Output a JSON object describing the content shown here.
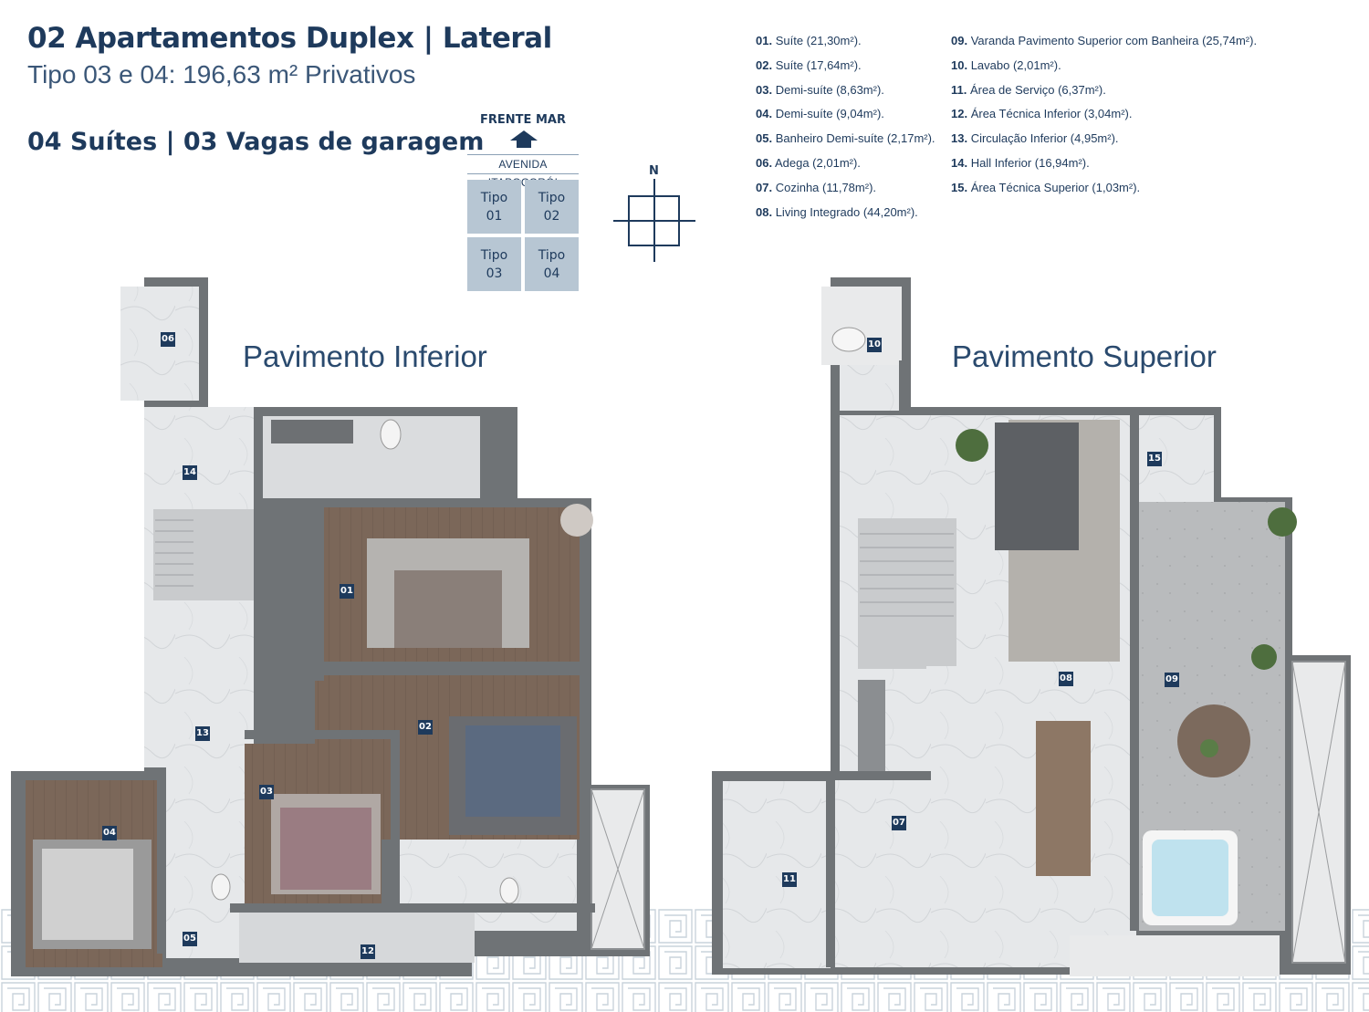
{
  "header": {
    "title": "02 Apartamentos Duplex | Lateral",
    "subtitle": "Tipo 03 e 04: 196,63 m² Privativos",
    "suites": "04 Suítes | 03 Vagas de garagem"
  },
  "orientation": {
    "frente": "FRENTE MAR",
    "avenida": "AVENIDA ITAPOCORÓI",
    "north": "N",
    "tipos": [
      {
        "line1": "Tipo",
        "line2": "01"
      },
      {
        "line1": "Tipo",
        "line2": "02"
      },
      {
        "line1": "Tipo",
        "line2": "03"
      },
      {
        "line1": "Tipo",
        "line2": "04"
      }
    ]
  },
  "legend_left": [
    {
      "num": "01.",
      "text": "Suíte (21,30m²)."
    },
    {
      "num": "02.",
      "text": "Suíte (17,64m²)."
    },
    {
      "num": "03.",
      "text": "Demi-suíte (8,63m²)."
    },
    {
      "num": "04.",
      "text": "Demi-suíte (9,04m²)."
    },
    {
      "num": "05.",
      "text": "Banheiro Demi-suíte (2,17m²)."
    },
    {
      "num": "06.",
      "text": "Adega (2,01m²)."
    },
    {
      "num": "07.",
      "text": "Cozinha (11,78m²)."
    },
    {
      "num": "08.",
      "text": "Living Integrado (44,20m²)."
    }
  ],
  "legend_right": [
    {
      "num": "09.",
      "text": "Varanda Pavimento Superior com Banheira (25,74m²)."
    },
    {
      "num": "10.",
      "text": "Lavabo (2,01m²)."
    },
    {
      "num": "11.",
      "text": "Área de Serviço (6,37m²)."
    },
    {
      "num": "12.",
      "text": "Área Técnica Inferior (3,04m²)."
    },
    {
      "num": "13.",
      "text": "Circulação Inferior (4,95m²)."
    },
    {
      "num": "14.",
      "text": "Hall Inferior (16,94m²)."
    },
    {
      "num": "15.",
      "text": "Área Técnica Superior (1,03m²)."
    }
  ],
  "plans": {
    "inferior_label": "Pavimento Inferior",
    "superior_label": "Pavimento Superior",
    "inferior_tags": [
      "06",
      "14",
      "01",
      "02",
      "13",
      "03",
      "04",
      "05",
      "12"
    ],
    "superior_tags": [
      "10",
      "15",
      "08",
      "09",
      "07",
      "11"
    ]
  },
  "colors": {
    "navy": "#1e3a5c",
    "wall": "#6f7376",
    "marble": "#e4e6e8",
    "wood": "#7a6659",
    "tile": "#b7c6d3"
  }
}
